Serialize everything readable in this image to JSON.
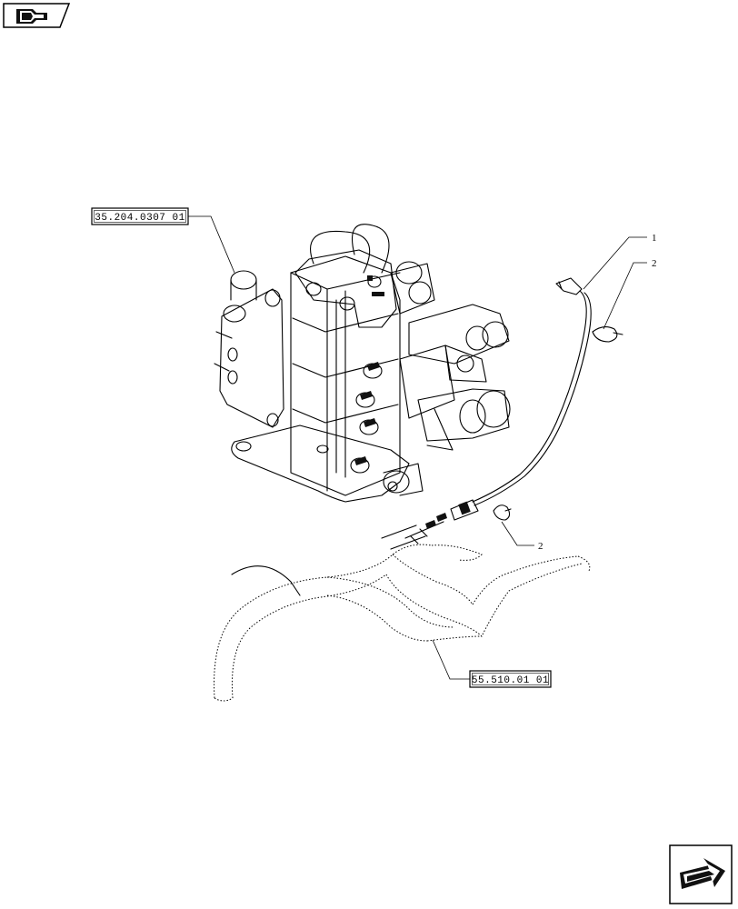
{
  "references": {
    "valve_ref": "35.204.0307 01",
    "harness_ref": "55.510.01 01"
  },
  "callouts": {
    "item_1": "1",
    "item_2_top": "2",
    "item_2_bottom": "2"
  },
  "icons": {
    "top_left": "book-arrow-icon",
    "bottom_right": "next-page-arrow-icon"
  }
}
